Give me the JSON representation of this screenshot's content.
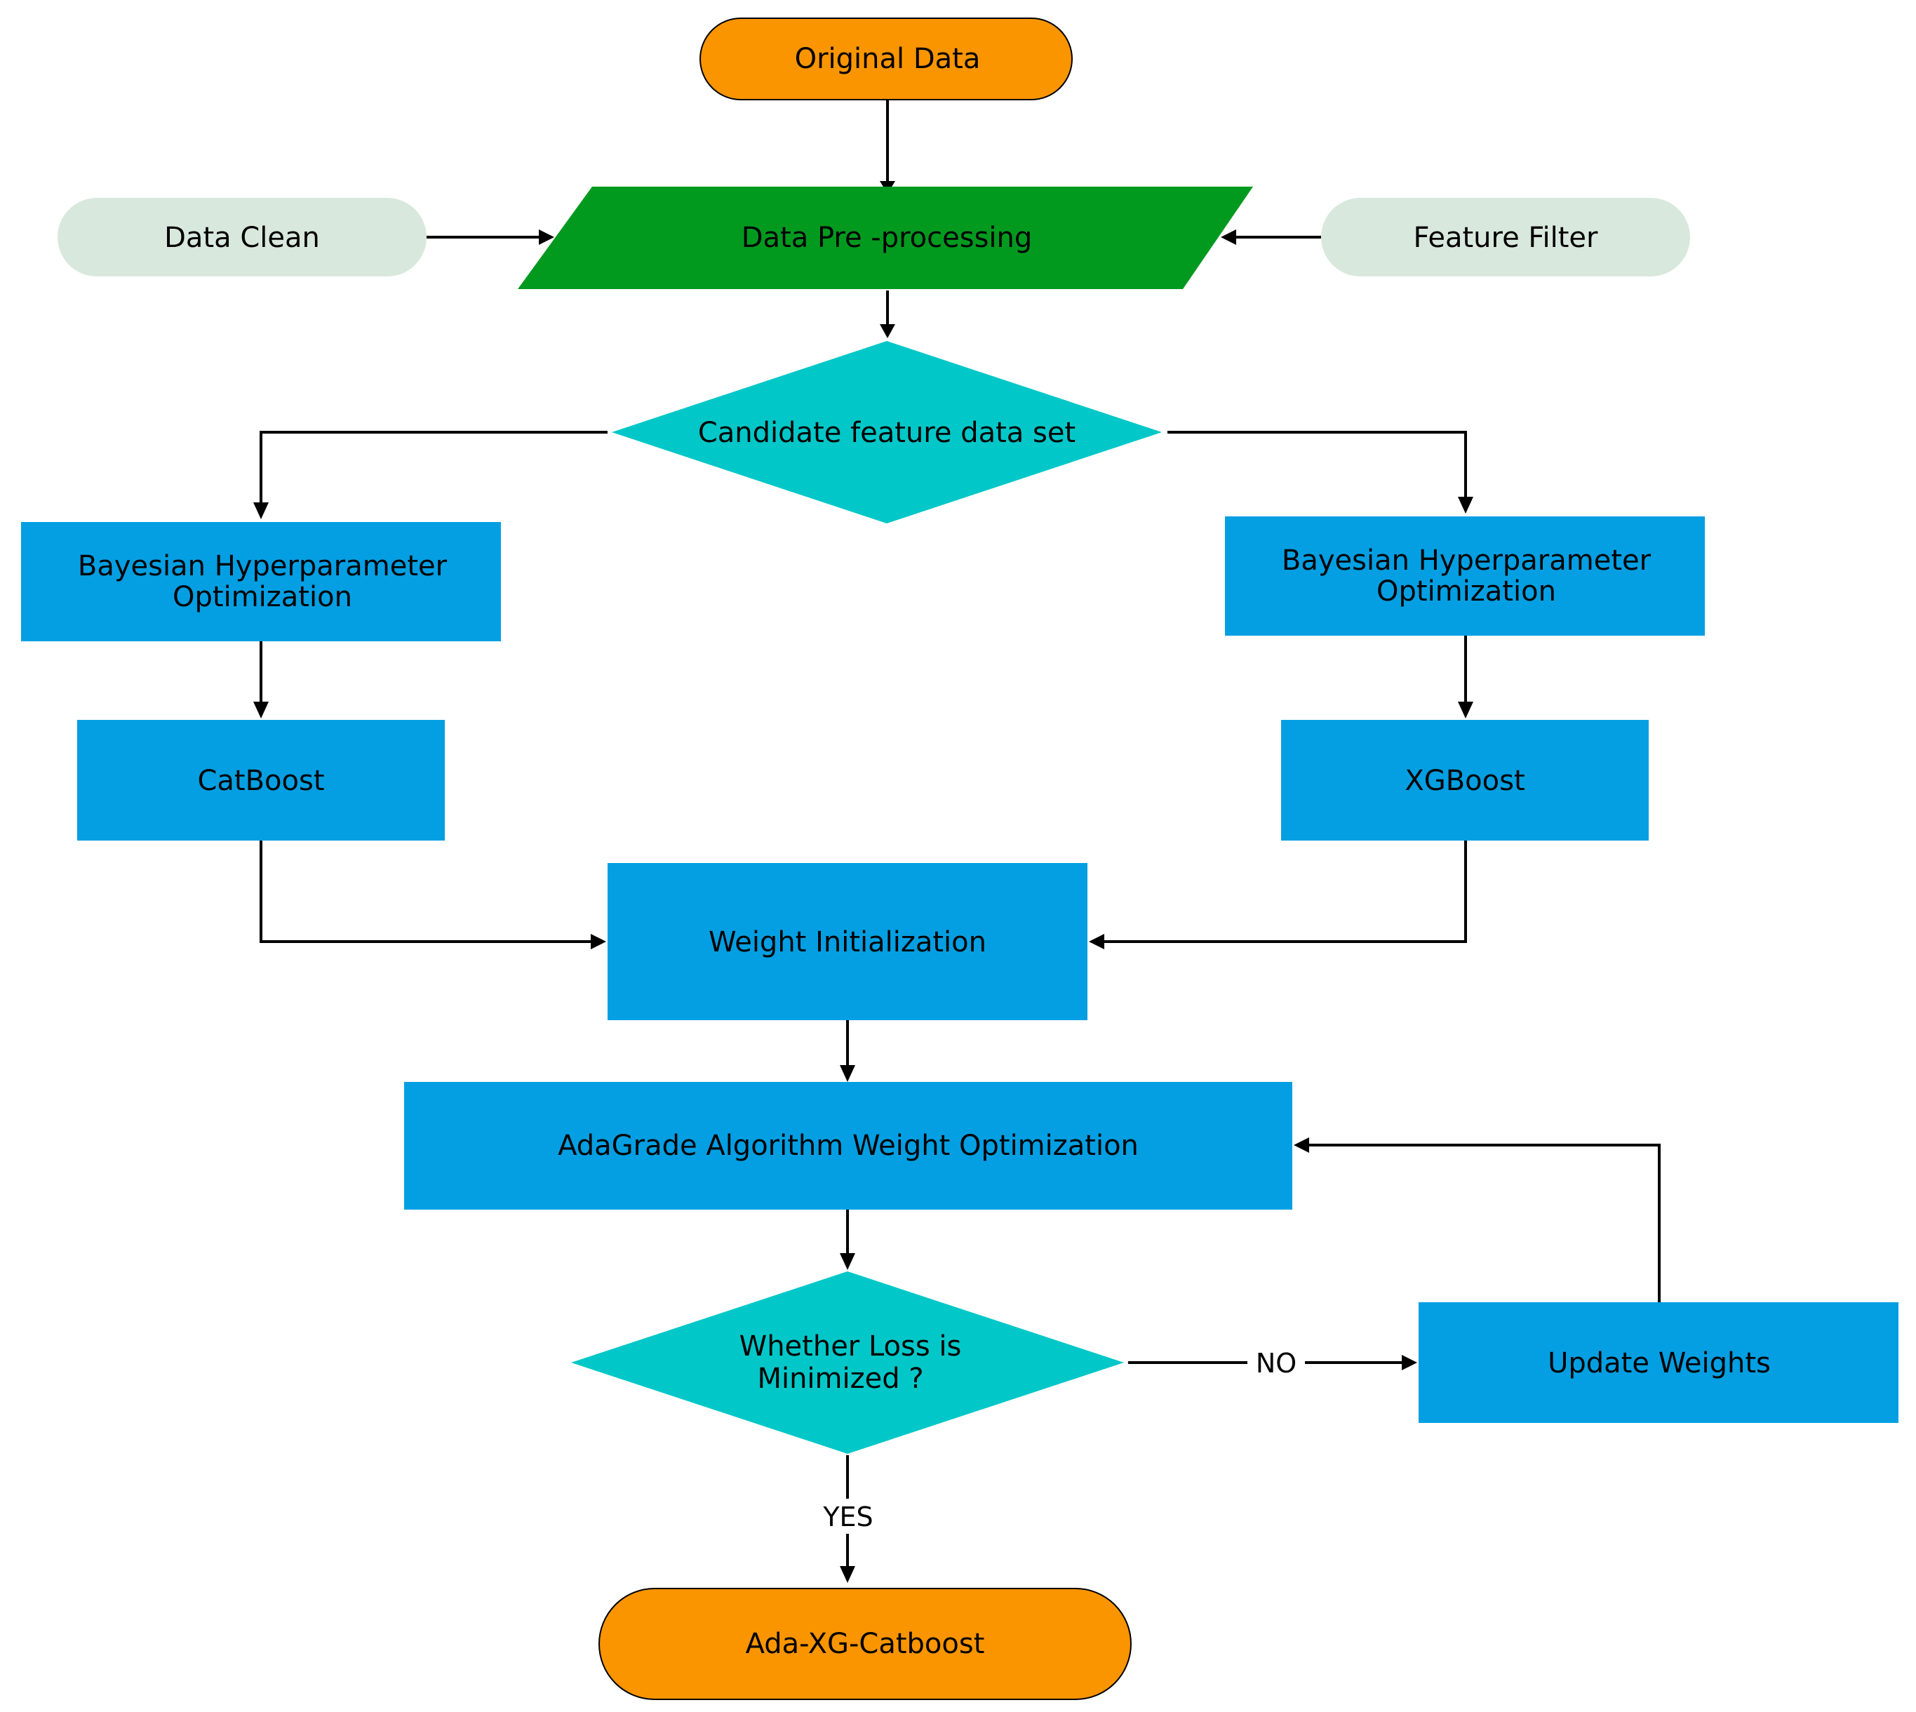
{
  "colors": {
    "terminal": "#FA9500",
    "data_input": "#D9E8DD",
    "preprocess": "#02991F",
    "decision": "#02C7C8",
    "process": "#039FE2",
    "line": "#000000"
  },
  "nodes": {
    "original_data": "Original Data",
    "data_clean": "Data Clean",
    "preprocessing": "Data Pre -processing",
    "feature_filter": "Feature Filter",
    "candidate": "Candidate feature data set",
    "bayes_left": {
      "line1": "Bayesian Hyperparameter",
      "line2": "Optimization"
    },
    "bayes_right": {
      "line1": "Bayesian Hyperparameter",
      "line2": "Optimization"
    },
    "catboost": "CatBoost",
    "xgboost": "XGBoost",
    "weight_init": "Weight Initialization",
    "adagrade": "AdaGrade Algorithm Weight Optimization",
    "loss_decision": {
      "line1": "Whether Loss is",
      "line2": "Minimized ?"
    },
    "update_weights": "Update Weights",
    "result": "Ada-XG-Catboost"
  },
  "edges": {
    "no_label": "NO",
    "yes_label": "YES"
  }
}
